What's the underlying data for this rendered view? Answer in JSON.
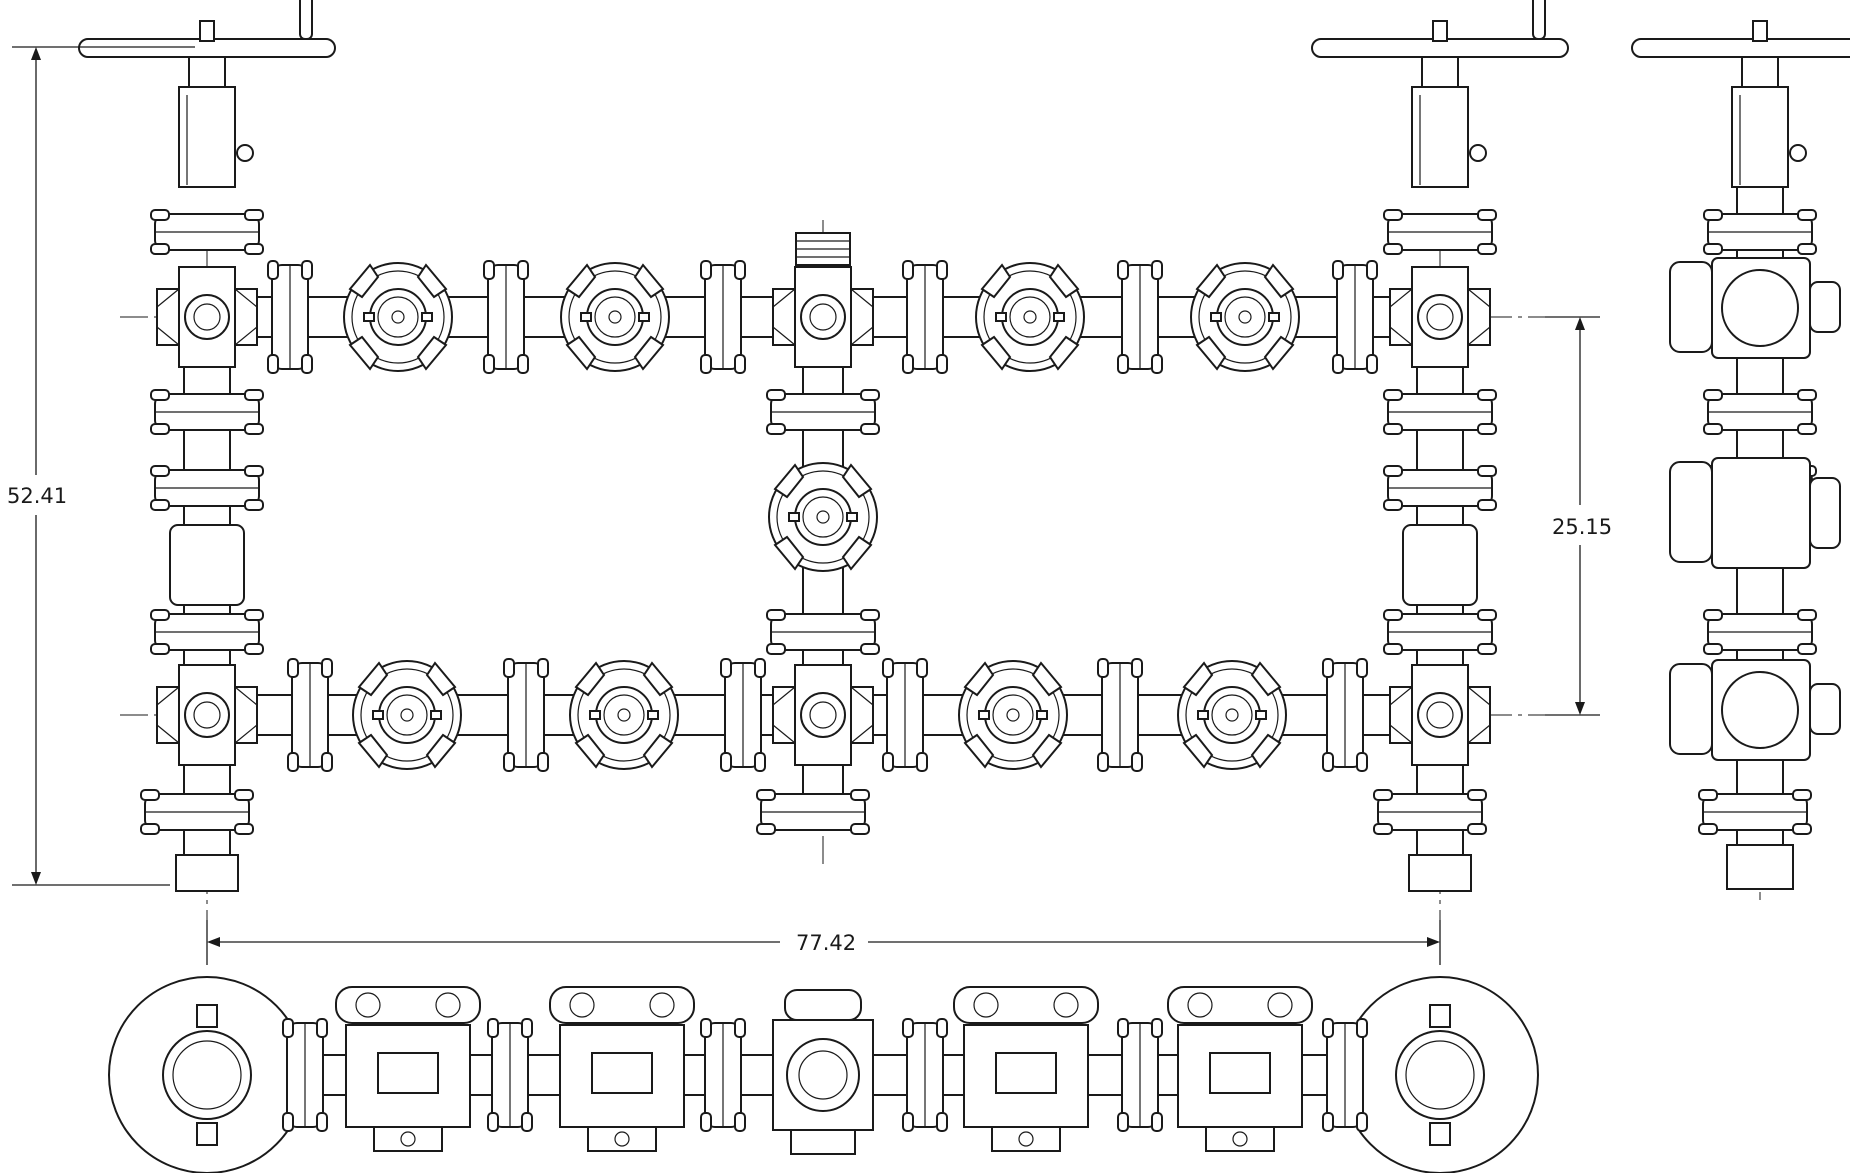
{
  "dimensions": {
    "overall_height": "52.41",
    "overall_width": "77.42",
    "run_spacing": "25.15"
  },
  "views": [
    "front-view",
    "side-view",
    "bottom-view"
  ],
  "component_icons": [
    "gate-valve-icon",
    "cross-fitting-icon",
    "plug-valve-icon",
    "flange-icon",
    "handwheel-icon",
    "hammer-union-icon"
  ]
}
